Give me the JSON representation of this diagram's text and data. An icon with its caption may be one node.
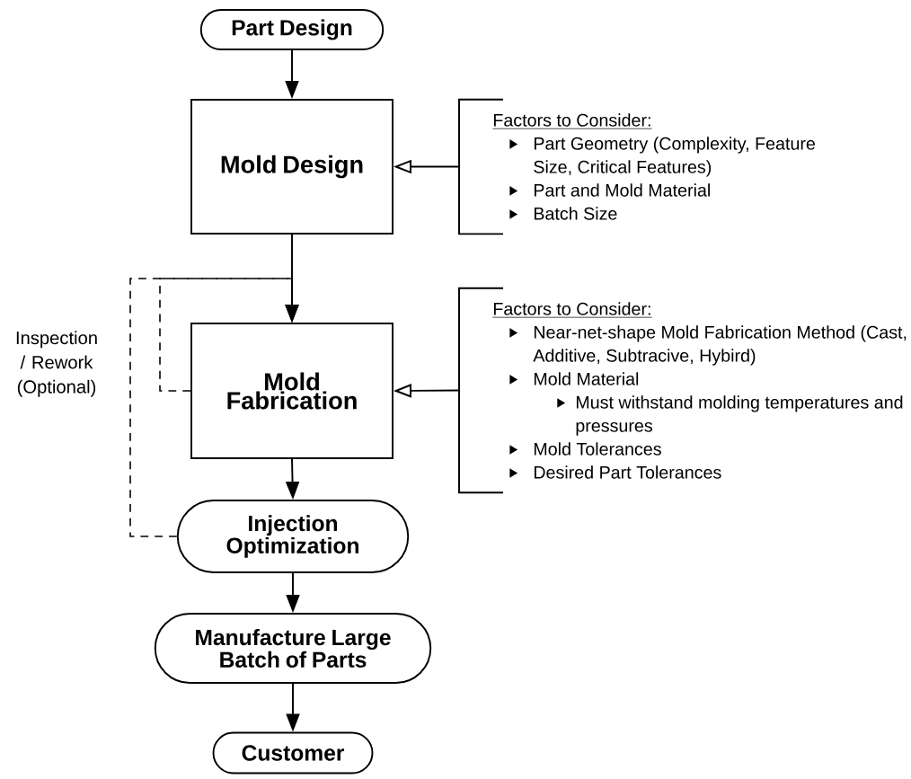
{
  "diagram": {
    "nodes": [
      {
        "text": [
          "Part Design"
        ]
      },
      {
        "text": [
          "Mold Design"
        ]
      },
      {
        "text": [
          "Factors to Consider:",
          "Part Geometry (Complexity, Feature Size, Critical Features)",
          "Part and Mold Material",
          "Batch Size"
        ]
      },
      {
        "text": [
          "Mold Fabrication"
        ]
      },
      {
        "text": [
          "Factors to Consider:",
          "Near-net-shape Mold Fabrication Method (Cast, Additive, Subtracive, Hybird)",
          "Mold Material",
          "Must withstand molding temperatures and pressures",
          "Mold Tolerances",
          "Desired Part Tolerances"
        ]
      },
      {
        "text": [
          "Injection Optimization"
        ]
      },
      {
        "text": [
          "Manufacture Large Batch of Parts"
        ]
      },
      {
        "text": [
          "Customer"
        ]
      }
    ],
    "edges": [
      {
        "from": 0,
        "to": 1,
        "arrow": "to"
      },
      {
        "from": 1,
        "to": 3,
        "arrow": "to"
      },
      {
        "from": 2,
        "to": 1,
        "arrow": "to"
      },
      {
        "from": 4,
        "to": 3,
        "arrow": "to"
      },
      {
        "from": 3,
        "to": 5,
        "arrow": "to"
      },
      {
        "from": 5,
        "to": 6,
        "arrow": "to"
      },
      {
        "from": 6,
        "to": 7,
        "arrow": "to"
      },
      {
        "from": 5,
        "to": 3,
        "arrow": "to",
        "style": "dashed"
      },
      {
        "from": 3,
        "to": 3,
        "arrow": "to",
        "style": "dashed"
      }
    ],
    "labels": [
      "Inspection / Rework (Optional)"
    ]
  }
}
